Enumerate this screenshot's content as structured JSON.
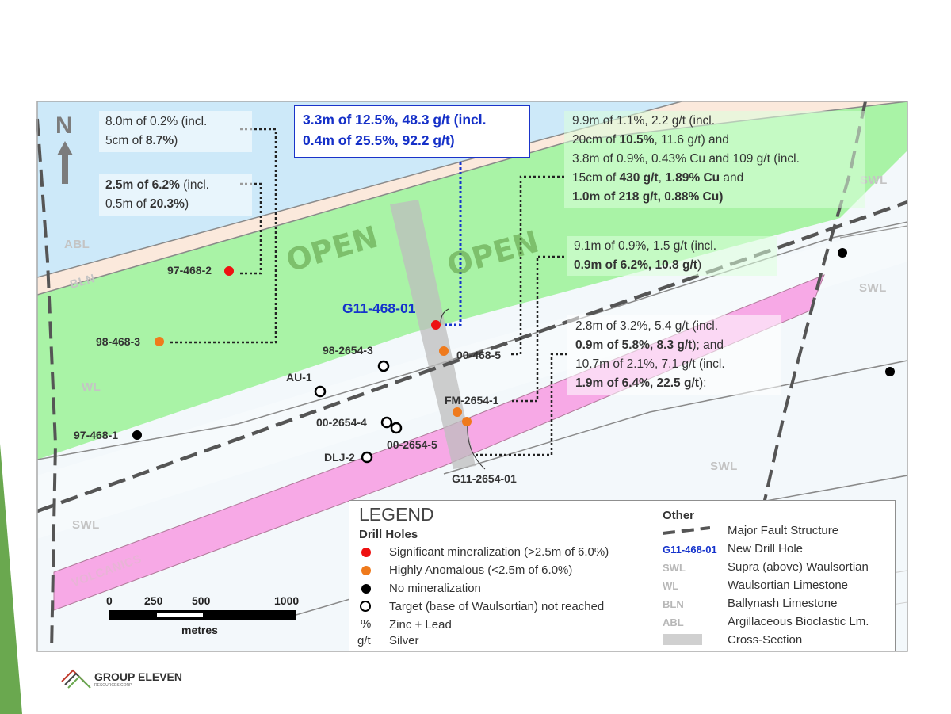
{
  "map": {
    "north": "N",
    "units": {
      "abl": "ABL",
      "bln": "BLN",
      "wl": "WL",
      "swl": "SWL",
      "volcanics": "VOLCANICS"
    },
    "open_label": "OPEN",
    "colors": {
      "abl": "#cde9f9",
      "wl": "#a9f3a6",
      "bln": "#fbe9dc",
      "volcanics": "#f7a9e6",
      "swl": "#f3f8fb",
      "frame": "#a9a9a9",
      "fault": "#555555",
      "significant": "#ee1111",
      "anomalous": "#ef7a1c",
      "none": "#000000",
      "new_hole_text": "#1533cc",
      "open_text": "#6aa84f"
    }
  },
  "drill_holes": [
    {
      "id": "97-468-2",
      "class": "significant"
    },
    {
      "id": "98-468-3",
      "class": "anomalous"
    },
    {
      "id": "97-468-1",
      "class": "none"
    },
    {
      "id": "G11-468-01",
      "class": "significant"
    },
    {
      "id": "00-468-5",
      "class": "anomalous"
    },
    {
      "id": "98-2654-3",
      "class": "target"
    },
    {
      "id": "AU-1",
      "class": "target"
    },
    {
      "id": "00-2654-4",
      "class": "target"
    },
    {
      "id": "00-2654-5",
      "class": "target"
    },
    {
      "id": "DLJ-2",
      "class": "target"
    },
    {
      "id": "FM-2654-1",
      "class": "anomalous"
    },
    {
      "id": "G11-2654-01",
      "class": "anomalous"
    }
  ],
  "annotations": {
    "a1": {
      "l1": "8.0m of 0.2% (incl.",
      "l2a": "5cm of ",
      "l2b": "8.7%",
      "l2c": ")"
    },
    "a2": {
      "l1a": "2.5m of 6.2%",
      "l1b": " (incl.",
      "l2a": "0.5m of ",
      "l2b": "20.3%",
      "l2c": ")"
    },
    "featured": {
      "l1": "3.3m of 12.5%, 48.3 g/t (incl.",
      "l2": "0.4m of 25.5%, 92.2 g/t)"
    },
    "a3": {
      "l1": "9.9m of 1.1%, 2.2 g/t (incl.",
      "l2a": "20cm of ",
      "l2b": "10.5%",
      "l2c": ", 11.6 g/t) and",
      "l3": "3.8m of 0.9%, 0.43% Cu and 109 g/t (incl.",
      "l4a": "15cm of ",
      "l4b": "430 g/t",
      "l4c": ", ",
      "l4d": "1.89% Cu",
      "l4e": " and",
      "l5": "1.0m of 218 g/t, 0.88% Cu)"
    },
    "a4": {
      "l1": "9.1m of 0.9%, 1.5 g/t (incl.",
      "l2a": "0.9m of 6.2%, 10.8 g/t",
      "l2b": ")"
    },
    "a5": {
      "l1": "2.8m of 3.2%, 5.4 g/t (incl.",
      "l2a": "0.9m of 5.8%, 8.3 g/t",
      "l2b": "); and",
      "l3": "10.7m of 2.1%, 7.1 g/t (incl.",
      "l4a": "1.9m of 6.4%, 22.5 g/t",
      "l4b": ");"
    }
  },
  "scale": {
    "ticks": [
      "0",
      "250",
      "500",
      "1000"
    ],
    "unit": "metres"
  },
  "legend": {
    "title": "LEGEND",
    "drill_holes_heading": "Drill Holes",
    "items": {
      "significant": "Significant mineralization (>2.5m of 6.0%)",
      "anomalous": "Highly Anomalous (<2.5m of 6.0%)",
      "none": "No mineralization",
      "target": "Target (base of Waulsortian) not reached"
    },
    "pct_sym": "%",
    "pct_text": "Zinc + Lead",
    "gt_sym": "g/t",
    "gt_text": "Silver",
    "other_heading": "Other",
    "other": {
      "fault": "Major Fault Structure",
      "new_hole_code": "G11-468-01",
      "new_hole": "New Drill Hole",
      "swl_code": "SWL",
      "swl": "Supra (above) Waulsortian",
      "wl_code": "WL",
      "wl": "Waulsortian Limestone",
      "bln_code": "BLN",
      "bln": "Ballynash Limestone",
      "abl_code": "ABL",
      "abl": "Argillaceous Bioclastic Lm.",
      "xsec": "Cross-Section"
    }
  },
  "company": {
    "name": "GROUP ELEVEN",
    "sub": "RESOURCES CORP."
  }
}
